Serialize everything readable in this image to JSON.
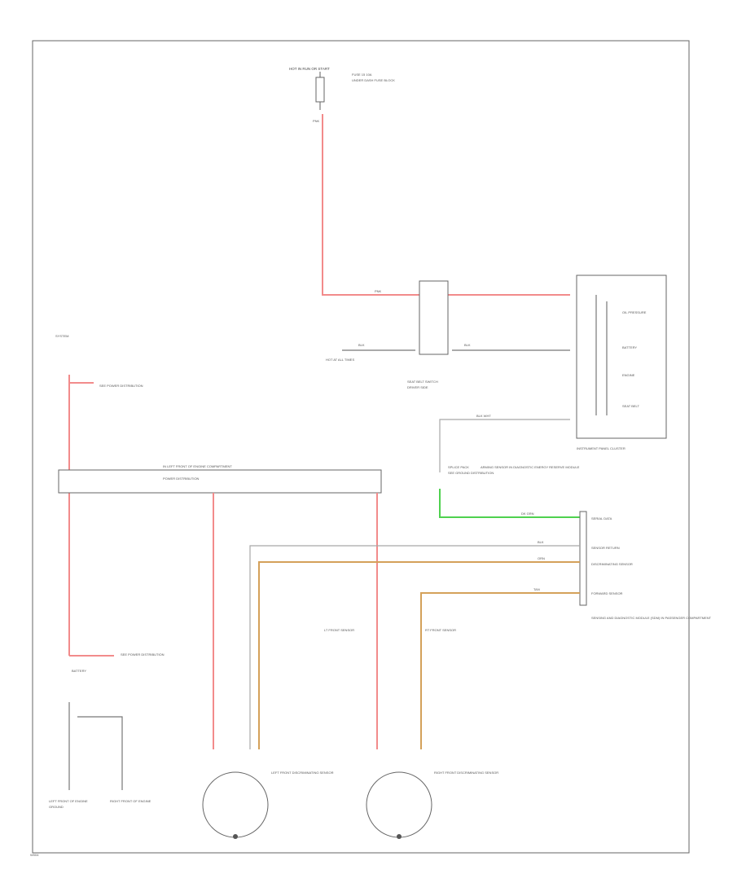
{
  "diagram": {
    "top_source_label": "HOT IN RUN OR START",
    "top_fuse_label": "FUSE 15 10A",
    "top_fuse_note": "UNDER DASH FUSE BLOCK",
    "top_wire_code": "PNK",
    "wire_codes": {
      "run_feed": "PNK",
      "seatbelt_feed": "BLK",
      "seatbelt_out": "BLK",
      "sensor_return": "BLK WHT",
      "front_sensor": "DK GRN",
      "low_ref": "BLK",
      "signal_a": "ORN",
      "signal_b": "TAN"
    },
    "seatbelt_switch_label": "SEAT BELT SWITCH",
    "seatbelt_switch_note": "DRIVER SIDE",
    "left_feed_label": "HOT AT ALL TIMES",
    "ground_label": "GROUND",
    "instrument_cluster_label": "INSTRUMENT PANEL CLUSTER",
    "cluster_items": [
      "OIL PRESSURE",
      "BATTERY",
      "ENGINE",
      "SEAT BELT"
    ],
    "splice_label": "SPLICE PACK",
    "splice_note": "SEE GROUND DISTRIBUTION",
    "arming_note": "ARMING SENSOR IN DIAGNOSTIC ENERGY RESERVE MODULE",
    "system_label": "SYSTEM",
    "harness_label": "IN LEFT FRONT OF ENGINE COMPARTMENT",
    "power_dist_label": "POWER DISTRIBUTION",
    "power_dist_note_top": "SEE POWER DISTRIBUTION",
    "power_dist_note_bottom": "SEE POWER DISTRIBUTION",
    "battery_label": "BATTERY",
    "right_connector_labels": [
      "SERIAL DATA",
      "SENSOR RETURN",
      "DISCRIMINATING SENSOR",
      "FORWARD SENSOR"
    ],
    "right_block_note": "SENSING AND DIAGNOSTIC MODULE (SDM) IN PASSENGER COMPARTMENT",
    "left_sensor_label": "LEFT FRONT DISCRIMINATING SENSOR",
    "right_sensor_label": "RIGHT FRONT DISCRIMINATING SENSOR",
    "left_sensor_mid_label": "LT FRONT SENSOR",
    "right_sensor_mid_label": "RT FRONT SENSOR",
    "ground_a_label": "LEFT FRONT OF ENGINE",
    "ground_b_label": "RIGHT FRONT OF ENGINE",
    "footer_code": "W004"
  },
  "colors": {
    "power": "#f28b8b",
    "data": "#4fd14f",
    "signal": "#d4a15a",
    "return": "#a8a8a8"
  }
}
